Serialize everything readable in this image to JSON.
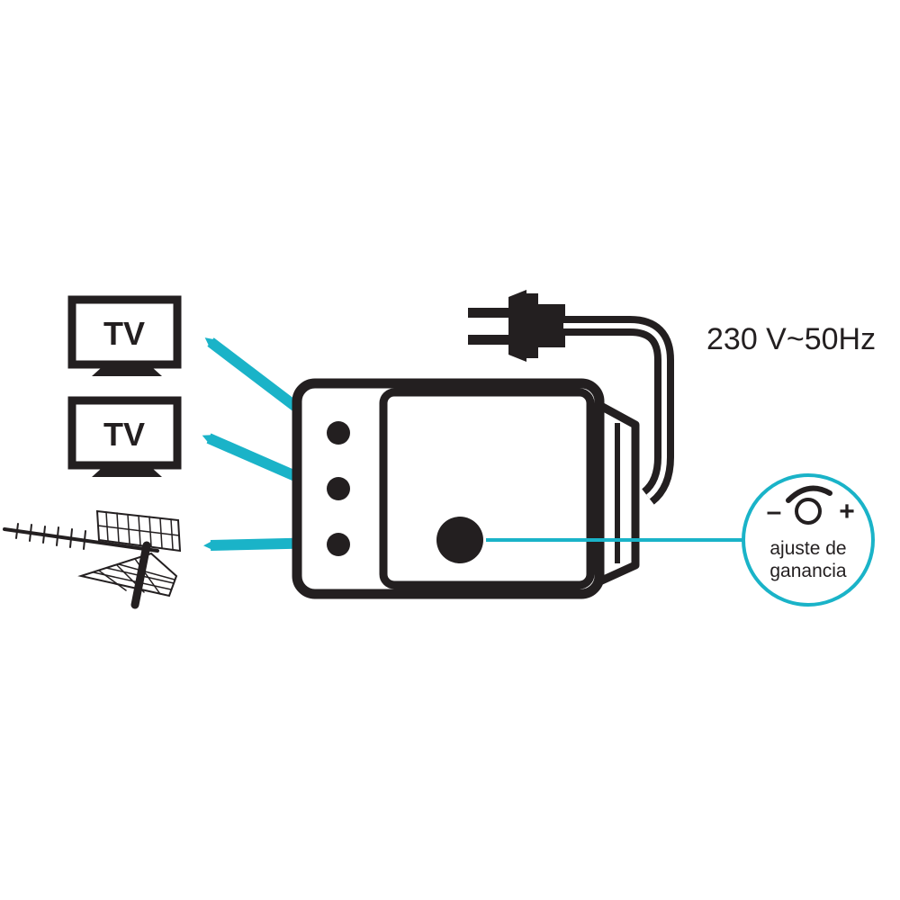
{
  "colors": {
    "ink": "#231f20",
    "accent": "#1ab3c8",
    "background": "#ffffff"
  },
  "tvs": [
    {
      "label": "TV"
    },
    {
      "label": "TV"
    }
  ],
  "antenna": {
    "icon": "yagi-antenna-icon"
  },
  "power": {
    "label": "230 V~50Hz",
    "icon": "power-plug-icon"
  },
  "gain_control": {
    "minus": "–",
    "plus": "+",
    "label_line1": "ajuste de",
    "label_line2": "ganancia",
    "icon": "gain-knob-icon"
  },
  "amplifier": {
    "ports": 3,
    "icon": "amplifier-box-icon"
  }
}
